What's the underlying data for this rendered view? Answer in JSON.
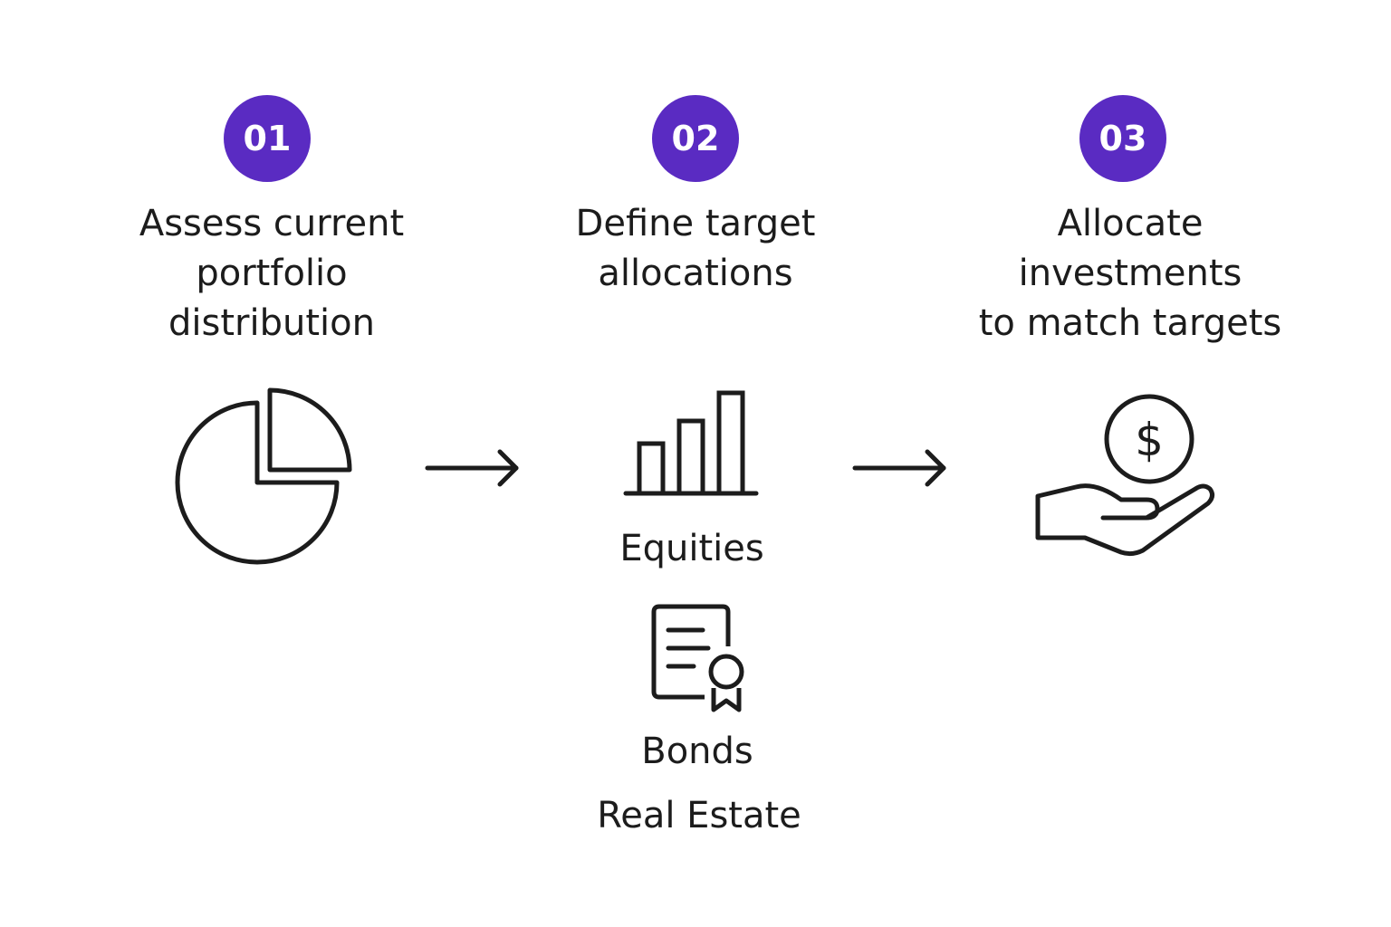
{
  "steps": [
    {
      "number": "01",
      "title": "Assess current\nportfolio\ndistribution",
      "icon": "pie-chart-icon"
    },
    {
      "number": "02",
      "title": "Define target\nallocations",
      "icon": "bar-chart-icon"
    },
    {
      "number": "03",
      "title": "Allocate\ninvestments\nto match targets",
      "icon": "hand-coin-icon"
    }
  ],
  "asset_classes": [
    {
      "label": "Equities",
      "icon": "bar-chart-icon"
    },
    {
      "label": "Bonds",
      "icon": "certificate-icon"
    },
    {
      "label": "Real Estate"
    }
  ],
  "connectors": [
    "arrow-right-icon",
    "arrow-right-icon"
  ],
  "colors": {
    "badge": "#5a2bc2",
    "badge_text": "#ffffff",
    "text": "#1c1c1c",
    "icon_stroke": "#1c1c1c",
    "background": "#ffffff"
  }
}
